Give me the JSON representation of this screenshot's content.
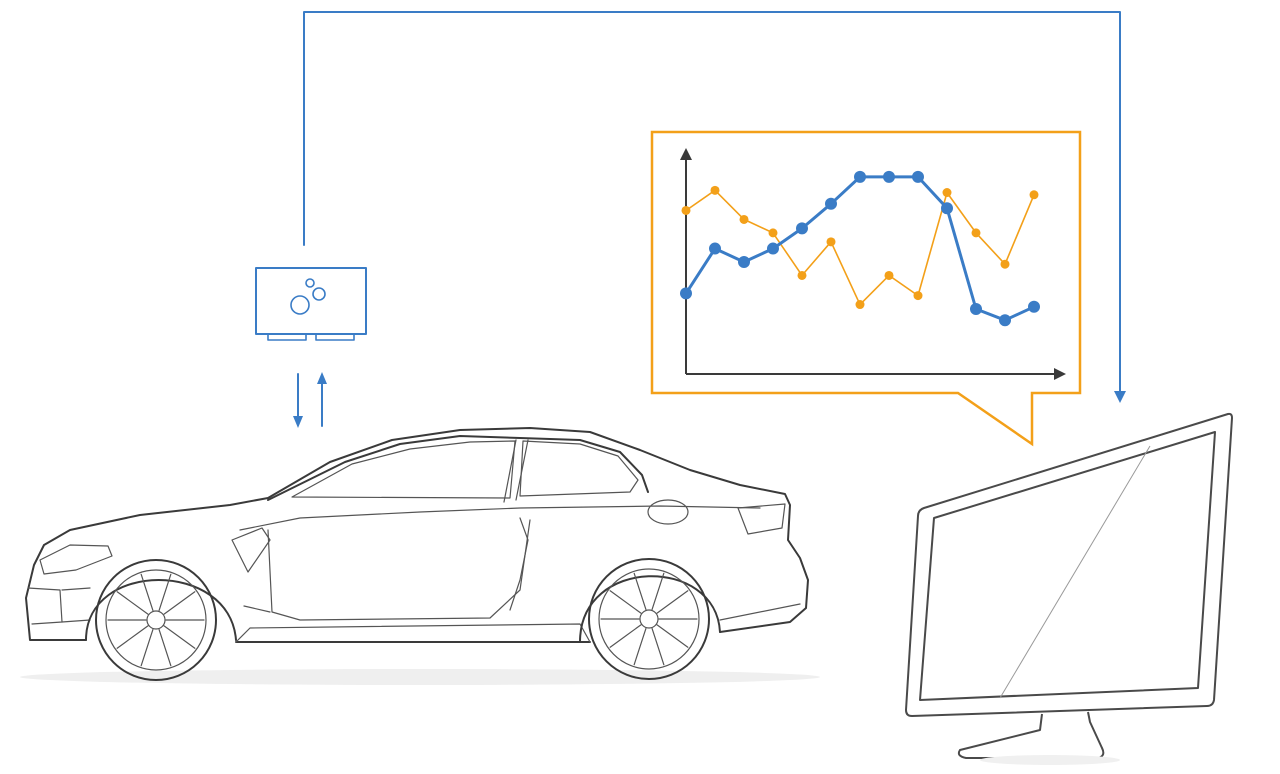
{
  "colors": {
    "blue": "#3a7cc6",
    "orange": "#f3a019",
    "dark": "#3a3a3a",
    "shadow": "#ececec"
  },
  "icons": {
    "device": "data-logger-icon",
    "vehicle": "car-icon",
    "display": "monitor-icon"
  },
  "chart_data": {
    "type": "line",
    "xlabel": "",
    "ylabel": "",
    "title": "",
    "x": [
      1,
      2,
      3,
      4,
      5,
      6,
      7,
      8,
      9,
      10,
      11,
      12,
      13
    ],
    "ylim": [
      0,
      100
    ],
    "grid": false,
    "legend": "none",
    "series": [
      {
        "color": "#3a7cc6",
        "values": [
          36,
          56,
          50,
          56,
          65,
          76,
          88,
          88,
          88,
          74,
          29,
          24,
          30
        ]
      },
      {
        "color": "#f3a019",
        "values": [
          73,
          82,
          69,
          63,
          44,
          59,
          31,
          44,
          35,
          81,
          63,
          49,
          80
        ]
      }
    ]
  }
}
